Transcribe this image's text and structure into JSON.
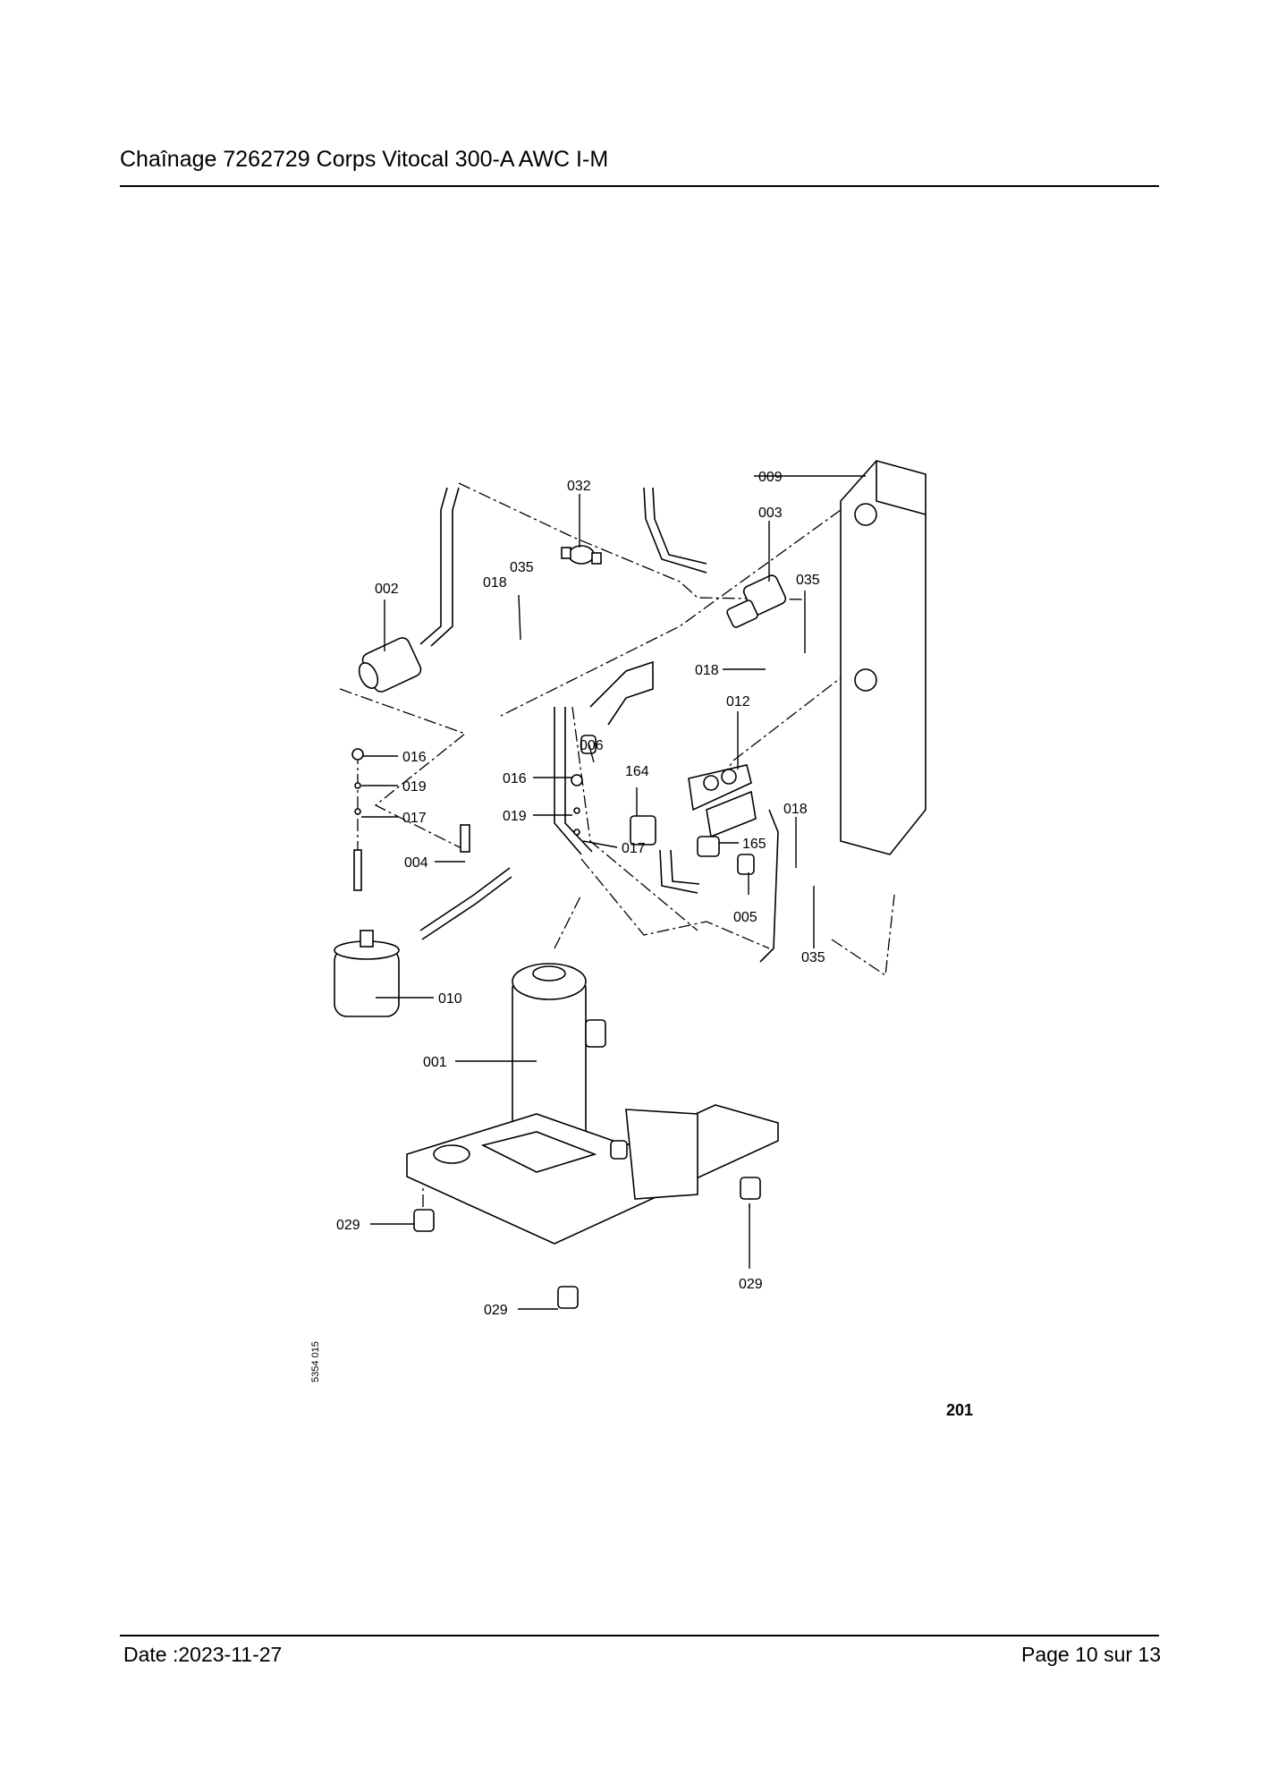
{
  "header": {
    "title": "Chaînage 7262729 Corps Vitocal 300-A AWC I-M"
  },
  "footer": {
    "date": "Date :2023-11-27",
    "page": "Page 10 sur  13"
  },
  "diagram": {
    "drawing_code": "5354 015",
    "page_number": "201",
    "callouts": [
      "002",
      "032",
      "009",
      "003",
      "035",
      "018",
      "035",
      "018",
      "012",
      "016",
      "019",
      "017",
      "006",
      "016",
      "164",
      "019",
      "017",
      "004",
      "018",
      "165",
      "005",
      "035",
      "010",
      "001",
      "029",
      "029",
      "029"
    ]
  }
}
